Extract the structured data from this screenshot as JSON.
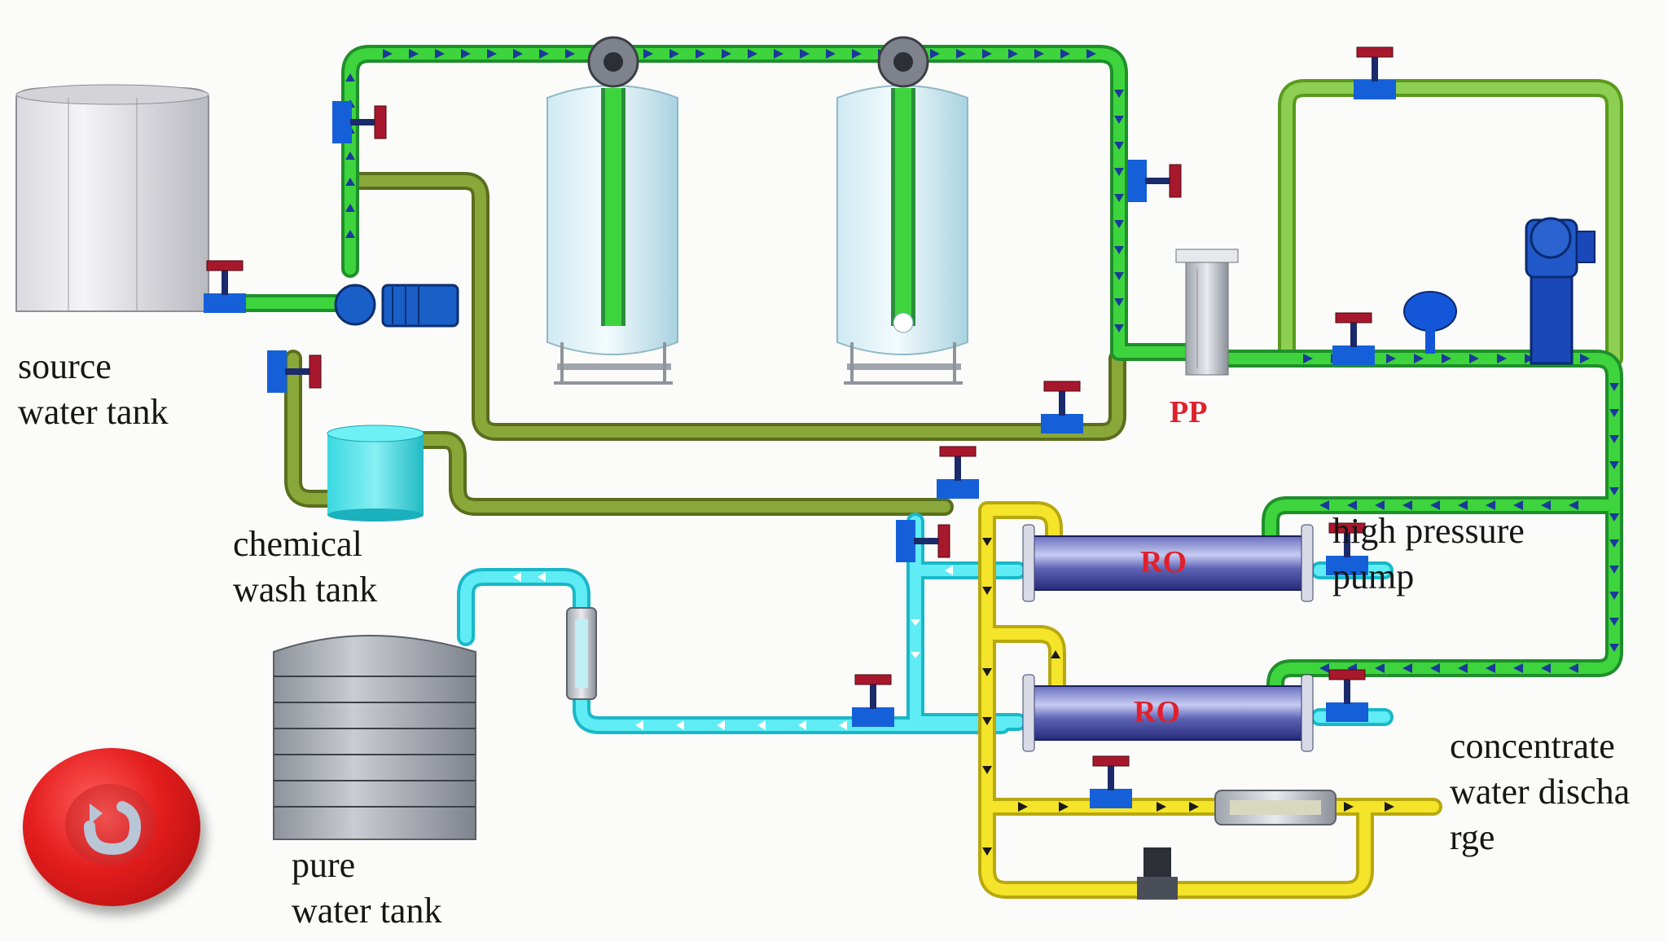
{
  "labels": {
    "source_tank": "source\nwater tank",
    "chemical_tank": "chemical\nwash tank",
    "pure_tank": "pure\nwater tank",
    "high_pressure_pump": "high pressure\npump",
    "concentrate": "concentrate\nwater discha\nrge",
    "pp_filter": "PP",
    "ro_top": "RO",
    "ro_bottom": "RO"
  },
  "icons": {
    "back": "return-arrow-icon"
  },
  "colors": {
    "raw_water_pipe": "#3ed43e",
    "pipe_edge": "#1f8f2a",
    "flow_arrow": "#1a3a9a",
    "return_pipe": "#8aa83a",
    "pure_water_pipe": "#4fe6f0",
    "concentrate_pipe": "#f2e21a",
    "valve_body": "#1560d8",
    "valve_handle": "#a8182c",
    "ro_label": "#e0202c"
  }
}
